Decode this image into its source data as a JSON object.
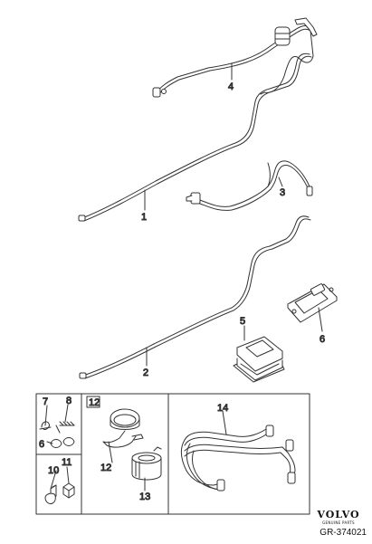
{
  "labels": {
    "p1": "1",
    "p2": "2",
    "p3": "3",
    "p4": "4",
    "p5": "5",
    "p6": "6",
    "p7": "7",
    "p8": "8",
    "p6b": "6",
    "p10": "10",
    "p11": "11",
    "p12": "12",
    "p12b": "12",
    "p13": "13",
    "p14": "14"
  },
  "brand": {
    "logo": "VOLVO",
    "tagline": "GENUINE PARTS"
  },
  "reference": "GR-374021",
  "icons": {
    "fuel_line_1": "long-pipe-icon",
    "fuel_line_2": "long-pipe-icon",
    "fuel_line_3": "short-pipe-icon",
    "fuel_line_4": "upper-pipe-icon",
    "pad": "rubber-pad-icon",
    "bracket": "bracket-plate-icon",
    "clips": "clip-icon",
    "bolt": "bolt-icon",
    "nut": "nut-icon",
    "clamp": "clamp-icon",
    "canister": "canister-icon",
    "hose_set": "hose-set-icon"
  }
}
